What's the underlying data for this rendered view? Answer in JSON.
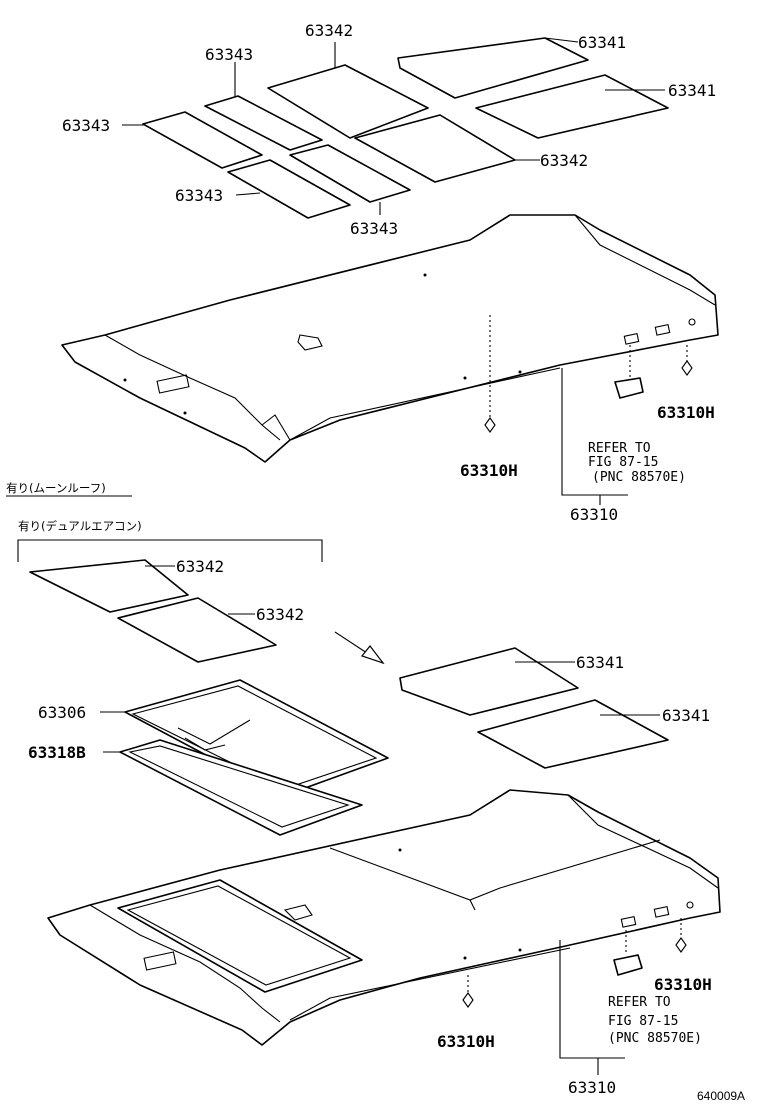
{
  "diagram": {
    "top_section": {
      "parts": {
        "a": "63343",
        "b": "63342",
        "c": "63341",
        "d": "63341",
        "e": "63343",
        "f": "63342",
        "g": "63343",
        "h": "63343",
        "clip_left": "63310H",
        "clip_right": "63310H",
        "assembly": "63310"
      },
      "refer": {
        "line1": "REFER TO",
        "line2": "FIG 87-15",
        "line3": "(PNC 88570E)"
      }
    },
    "moon_roof_label": "有り(ムーンルーフ)",
    "dual_ac_label": "有り(デュアルエアコン)",
    "bottom_section": {
      "parts": {
        "pad1": "63342",
        "pad2": "63342",
        "frame": "63306",
        "seal": "63318B",
        "pad3": "63341",
        "pad4": "63341",
        "clip_right": "63310H",
        "clip_left": "63310H",
        "assembly": "63310"
      },
      "refer": {
        "line1": "REFER TO",
        "line2": "FIG 87-15",
        "line3": "(PNC 88570E)"
      }
    },
    "figure_code": "640009A"
  }
}
